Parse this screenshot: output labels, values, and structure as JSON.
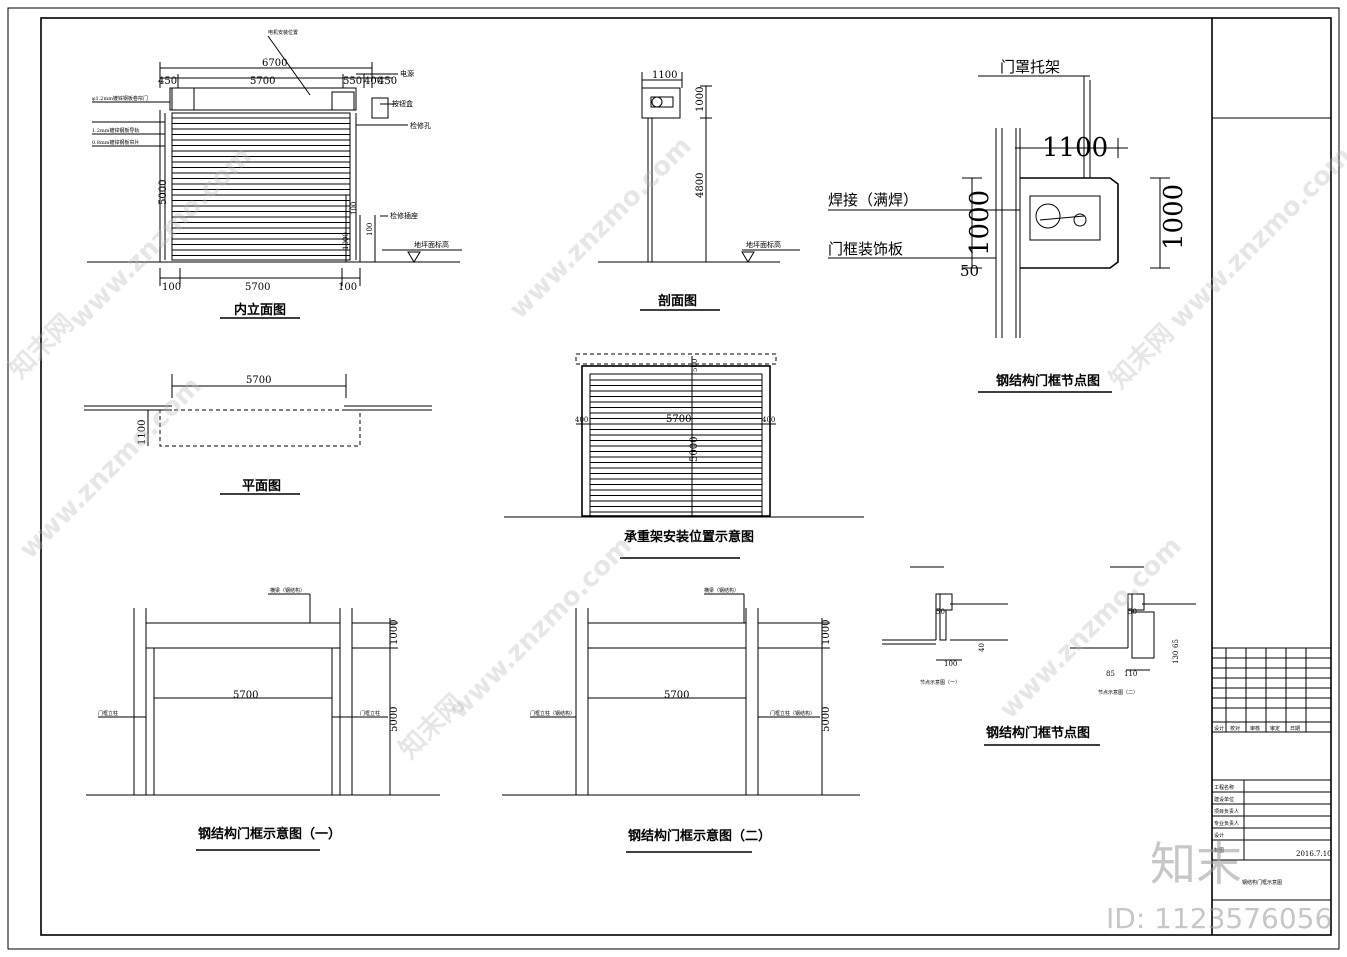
{
  "drawings": {
    "interior_elevation": {
      "title": "内立面图",
      "dims_top": [
        "6700",
        "450",
        "5700",
        "550",
        "400",
        "450"
      ],
      "dim_height": "5000",
      "dims_side": [
        "100",
        "1000",
        "100"
      ],
      "dims_bottom": [
        "100",
        "5700",
        "100"
      ],
      "labels": [
        "电源",
        "按钮盒",
        "检修孔",
        "检修插座",
        "地坪面标高"
      ],
      "small_notes": [
        "电机安装位置",
        "φ1.2mm镀锌钢板卷帘门",
        "1.2mm镀锌钢板导轨",
        "0.8mm镀锌钢板帘片"
      ]
    },
    "section": {
      "title": "剖面图",
      "dim_width": "1100",
      "dim_box": "1000",
      "dim_height": "4800",
      "label": "地坪面标高"
    },
    "node_detail_top": {
      "title": "钢结构门框节点图",
      "label_bracket": "门罩托架",
      "label_weld": "焊接（满焊）",
      "label_trim": "门框装饰板",
      "dim_width": "1100",
      "dim_left": "1000",
      "dim_right": "1000",
      "dim_small": "50"
    },
    "plan": {
      "title": "平面图",
      "dim_width": "5700",
      "dim_depth": "1100"
    },
    "bracket_position": {
      "title": "承重架安装位置示意图",
      "dim_width": "5700",
      "dim_left": "400",
      "dim_right": "400",
      "dim_top": "500",
      "dim_height": "5000"
    },
    "frame_1": {
      "title": "钢结构门框示意图（一）",
      "dim_width": "5700",
      "dim_top": "1000",
      "dim_height": "5000",
      "labels": [
        "横梁（钢结构）",
        "门框立柱",
        "门框立柱"
      ]
    },
    "frame_2": {
      "title": "钢结构门框示意图（二）",
      "dim_width": "5700",
      "dim_top": "1000",
      "dim_height": "5000",
      "labels": [
        "横梁（钢结构）",
        "门框立柱（钢结构）",
        "门框立柱（钢结构）"
      ]
    },
    "node_detail_bottom": {
      "title": "钢结构门框节点图",
      "sub_1": "节点示意图（一）",
      "sub_2": "节点示意图（二）",
      "dims_1": [
        "50",
        "40",
        "100"
      ],
      "dims_2": [
        "50",
        "65",
        "130",
        "85",
        "110"
      ]
    }
  },
  "title_block": {
    "date": "2016.7.10",
    "drawing_name": "钢结构门框示意图",
    "header_cells": [
      "设计",
      "校对",
      "审核",
      "审定",
      "日期"
    ],
    "row_labels": [
      "工程名称",
      "建设单位",
      "项目负责人",
      "专业负责人",
      "设计",
      "制图"
    ]
  },
  "watermark": {
    "site": "www.znzmo.com",
    "brand": "知末网",
    "logo_text": "知末",
    "id_text": "ID: 1123576056"
  }
}
